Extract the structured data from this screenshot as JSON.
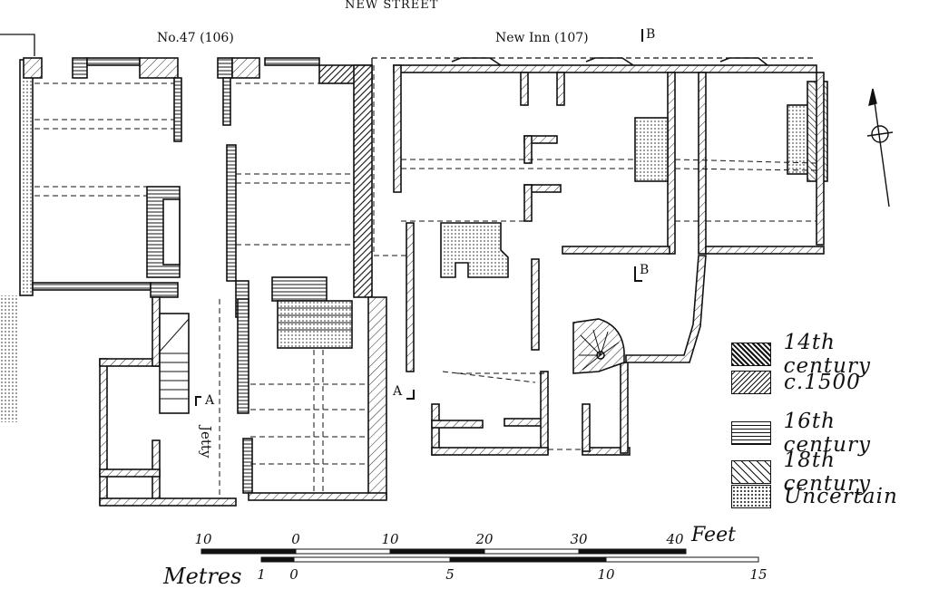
{
  "header": {
    "street": "NEW STREET",
    "building_left": "No.47  (106)",
    "building_right": "New Inn  (107)"
  },
  "sections": {
    "a_left": "A",
    "a_right": "A",
    "b_top": "B",
    "b_bottom": "B"
  },
  "annotations": {
    "jetty": "Jetty"
  },
  "legend": [
    {
      "label": "14th century",
      "pattern": "hatch-dense"
    },
    {
      "label": "c.1500",
      "pattern": "hatch-back"
    },
    {
      "label": "16th century",
      "pattern": "horizontal"
    },
    {
      "label": "18th century",
      "pattern": "hatch-light"
    },
    {
      "label": "Uncertain",
      "pattern": "dots"
    }
  ],
  "scale": {
    "feet_label": "Feet",
    "feet_ticks": [
      "10",
      "0",
      "10",
      "20",
      "30",
      "40"
    ],
    "metres_label": "Metres",
    "metres_ticks": [
      "1",
      "0",
      "5",
      "10",
      "15"
    ]
  },
  "colors": {
    "ink": "#111111",
    "paper": "#ffffff"
  },
  "icons": {
    "north": "north-arrow-icon"
  }
}
